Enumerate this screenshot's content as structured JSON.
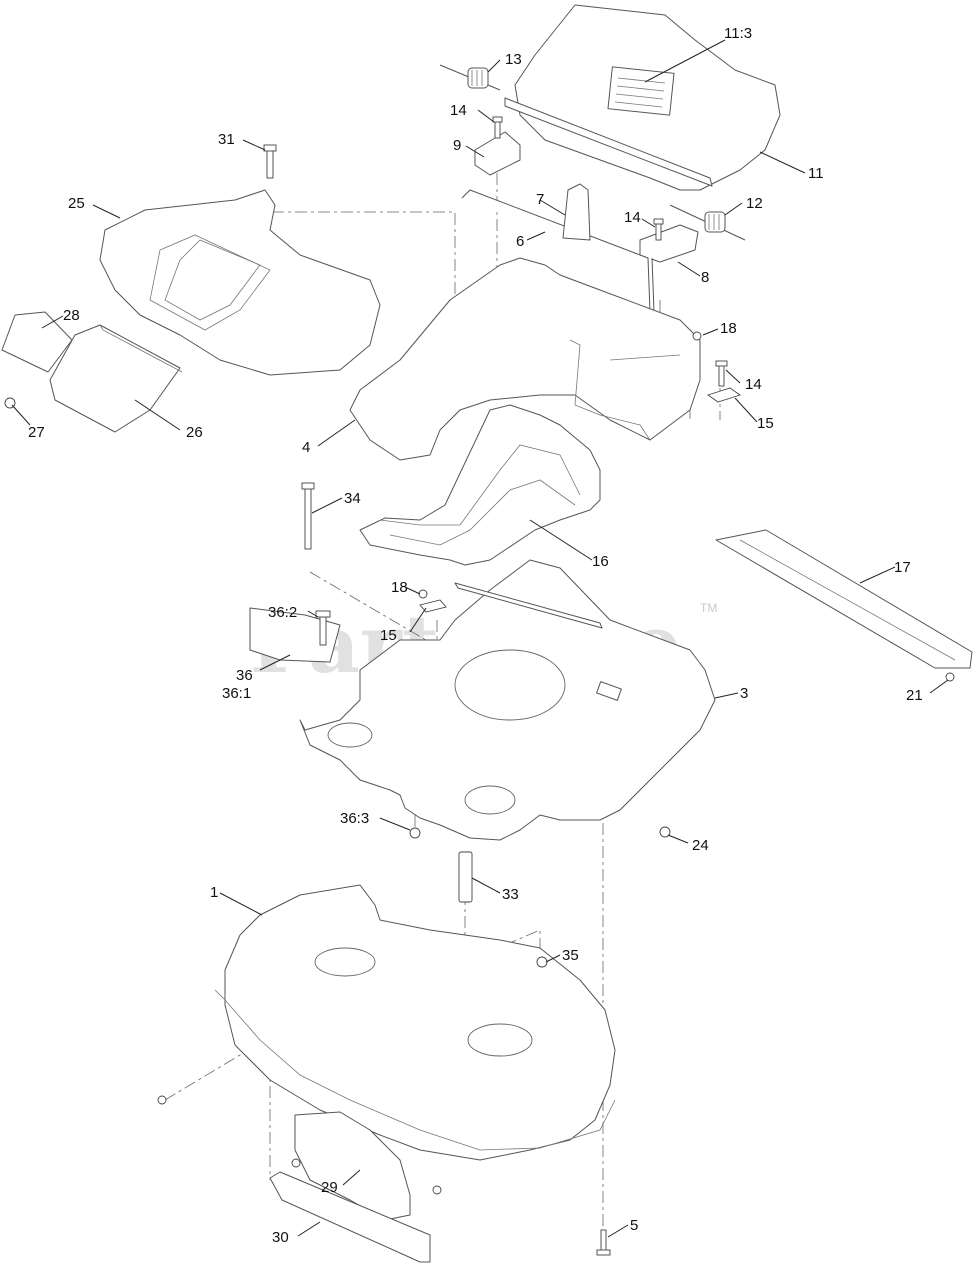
{
  "watermark": {
    "text": "PartsTree",
    "tm": "TM"
  },
  "callouts": {
    "p1": "1",
    "p3": "3",
    "p4": "4",
    "p5": "5",
    "p6": "6",
    "p7": "7",
    "p8": "8",
    "p9": "9",
    "p11": "11",
    "p11_3": "11:3",
    "p12": "12",
    "p13": "13",
    "p14a": "14",
    "p14b": "14",
    "p14c": "14",
    "p15a": "15",
    "p15b": "15",
    "p16": "16",
    "p17": "17",
    "p18a": "18",
    "p18b": "18",
    "p21": "21",
    "p24": "24",
    "p25": "25",
    "p26": "26",
    "p27": "27",
    "p28": "28",
    "p29": "29",
    "p30": "30",
    "p31": "31",
    "p33": "33",
    "p34": "34",
    "p35": "35",
    "p36": "36",
    "p36_1": "36:1",
    "p36_2": "36:2",
    "p36_3": "36:3"
  }
}
